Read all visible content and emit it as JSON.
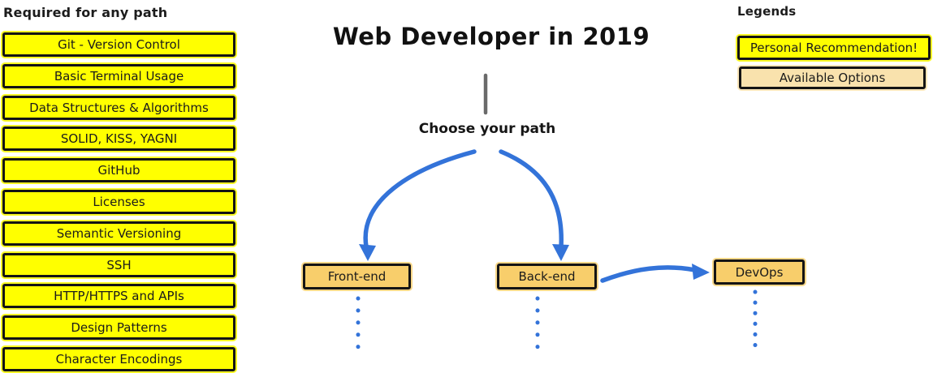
{
  "required_section": {
    "header": "Required for any path",
    "items": [
      "Git - Version Control",
      "Basic Terminal Usage",
      "Data Structures & Algorithms",
      "SOLID, KISS, YAGNI",
      "GitHub",
      "Licenses",
      "Semantic Versioning",
      "SSH",
      "HTTP/HTTPS and APIs",
      "Design Patterns",
      "Character Encodings"
    ]
  },
  "center": {
    "title": "Web Developer in 2019",
    "choose_label": "Choose your path",
    "paths": [
      "Front-end",
      "Back-end",
      "DevOps"
    ]
  },
  "legends": {
    "header": "Legends",
    "items": [
      {
        "label": "Personal Recommendation!",
        "color": "#ffff00"
      },
      {
        "label": "Available Options",
        "color": "#f9e2ad"
      }
    ]
  },
  "colors": {
    "required_fill": "#ffff00",
    "option_fill": "#f8ce6b",
    "legend_available_fill": "#f9e2ad",
    "arrow_blue": "#3373d9",
    "divider_gray": "#6a6a6a",
    "border_black": "#141414"
  }
}
